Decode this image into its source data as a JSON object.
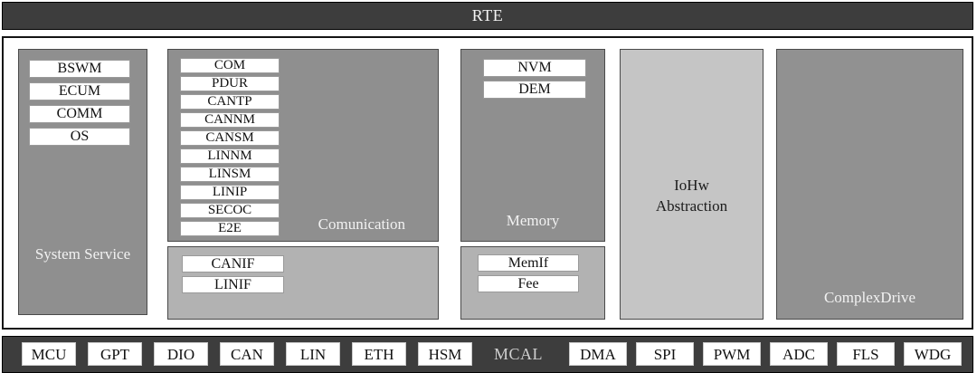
{
  "colors": {
    "bar_bg": "#3d3d3d",
    "block_dark": "#8f8f8f",
    "block_light": "#b2b2b2",
    "iohw_bg": "#c5c5c5",
    "complex_drive_bg": "#919191",
    "module_box_bg": "#ffffff"
  },
  "rte": {
    "label": "RTE"
  },
  "blocks": {
    "system_service": {
      "label": "System Service",
      "modules": [
        "BSWM",
        "ECUM",
        "COMM",
        "OS"
      ]
    },
    "comunication": {
      "label": "Comunication",
      "modules": [
        "COM",
        "PDUR",
        "CANTP",
        "CANNM",
        "CANSM",
        "LINNM",
        "LINSM",
        "LINIP",
        "SECOC",
        "E2E"
      ]
    },
    "bus_interface": {
      "modules": [
        "CANIF",
        "LINIF"
      ]
    },
    "memory": {
      "label": "Memory",
      "modules": [
        "NVM",
        "DEM"
      ]
    },
    "memory_interface": {
      "modules": [
        "MemIf",
        "Fee"
      ]
    },
    "iohw_abstraction": {
      "label": "IoHw Abstraction"
    },
    "complex_drive": {
      "label": "ComplexDrive"
    }
  },
  "mcal": {
    "label": "MCAL",
    "left_modules": [
      "MCU",
      "GPT",
      "DIO",
      "CAN",
      "LIN",
      "ETH",
      "HSM"
    ],
    "right_modules": [
      "DMA",
      "SPI",
      "PWM",
      "ADC",
      "FLS",
      "WDG"
    ]
  }
}
